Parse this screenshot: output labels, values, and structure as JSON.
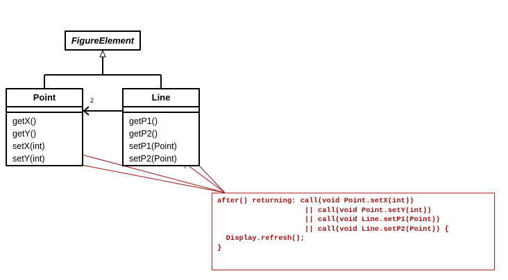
{
  "classes": {
    "figure_element": {
      "name": "FigureElement"
    },
    "point": {
      "name": "Point",
      "operations": [
        "getX()",
        "getY()",
        "setX(int)",
        "setY(int)"
      ]
    },
    "line": {
      "name": "Line",
      "operations": [
        "getP1()",
        "getP2()",
        "setP1(Point)",
        "setP2(Point)"
      ]
    }
  },
  "association": {
    "multiplicity": "2"
  },
  "advice_note": {
    "code": "after() returning: call(void Point.setX(int))\n                    || call(void Point.setY(int))\n                    || call(void Line.setP1(Point))\n                    || call(void Line.setP2(Point)) {\n  Display.refresh();\n}"
  },
  "colors": {
    "note_border": "#b22222",
    "note_text": "#a01010",
    "pointer_line": "#a01010",
    "uml_line": "#000000"
  }
}
